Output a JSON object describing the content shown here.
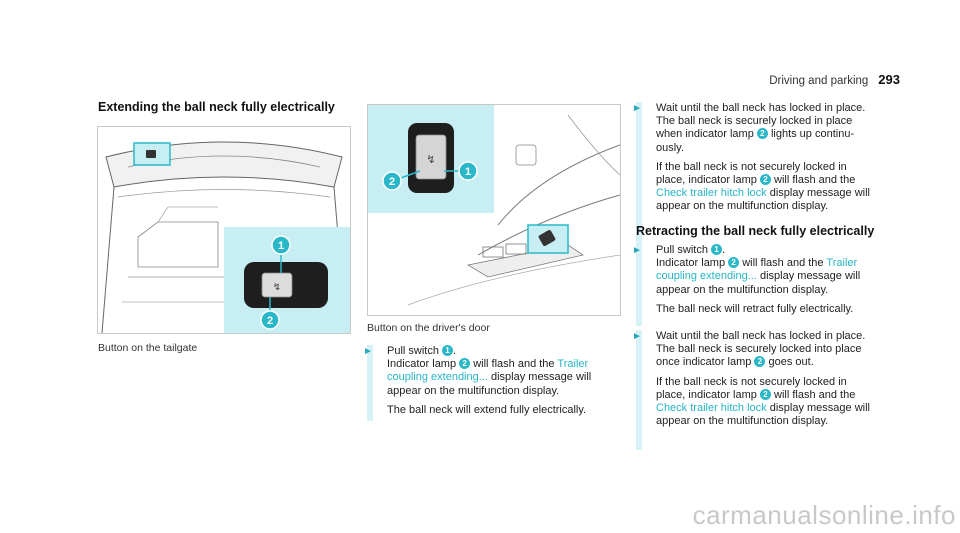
{
  "header": {
    "section": "Driving and parking",
    "page_number": "293"
  },
  "left": {
    "heading": "Extending the ball neck fully electrically",
    "caption": "Button on the tailgate",
    "callouts": [
      "1",
      "2"
    ]
  },
  "middle": {
    "caption": "Button on the driver's door",
    "callouts": [
      "2",
      "1"
    ],
    "step1": {
      "l1a": "Pull switch ",
      "l1n": "1",
      "l1b": ".",
      "l2a": "Indicator lamp ",
      "l2n": "2",
      "l2b": " will flash and the ",
      "l2link": "Trailer",
      "l3link": "coupling extending...",
      "l3b": " display message will",
      "l4": "appear on the multifunction display.",
      "p2": "The ball neck will extend fully electrically."
    }
  },
  "right": {
    "step2": {
      "l1": "Wait until the ball neck has locked in place.",
      "l2": "The ball neck is securely locked in place",
      "l3a": "when indicator lamp ",
      "l3n": "2",
      "l3b": " lights up continu-",
      "l4": "ously.",
      "p2l1": "If the ball neck is not securely locked in",
      "p2l2a": "place, indicator lamp ",
      "p2l2n": "2",
      "p2l2b": " will flash and the",
      "p2l3link": "Check trailer hitch lock",
      "p2l3b": " display message will",
      "p2l4": "appear on the multifunction display."
    },
    "heading2": "Retracting the ball neck fully electrically",
    "step3": {
      "l1a": "Pull switch ",
      "l1n": "1",
      "l1b": ".",
      "l2a": "Indicator lamp ",
      "l2n": "2",
      "l2b": " will flash and the ",
      "l2link": "Trailer",
      "l3link": "coupling extending...",
      "l3b": " display message will",
      "l4": "appear on the multifunction display.",
      "p2": "The ball neck will retract fully electrically."
    },
    "step4": {
      "l1": "Wait until the ball neck has locked in place.",
      "l2": "The ball neck is securely locked into place",
      "l3a": "once indicator lamp ",
      "l3n": "2",
      "l3b": " goes out.",
      "p2l1": "If the ball neck is not securely locked in",
      "p2l2a": "place, indicator lamp ",
      "p2l2n": "2",
      "p2l2b": " will flash and the",
      "p2l3link": "Check trailer hitch lock",
      "p2l3b": " display message will",
      "p2l4": "appear on the multifunction display."
    }
  },
  "watermark": "carmanualsonline.info",
  "colors": {
    "accent": "#27b4c8",
    "callout_bg": "#2ab8c9",
    "inset_bg": "#c6eef3",
    "step_bar": "#d6f2f6"
  }
}
